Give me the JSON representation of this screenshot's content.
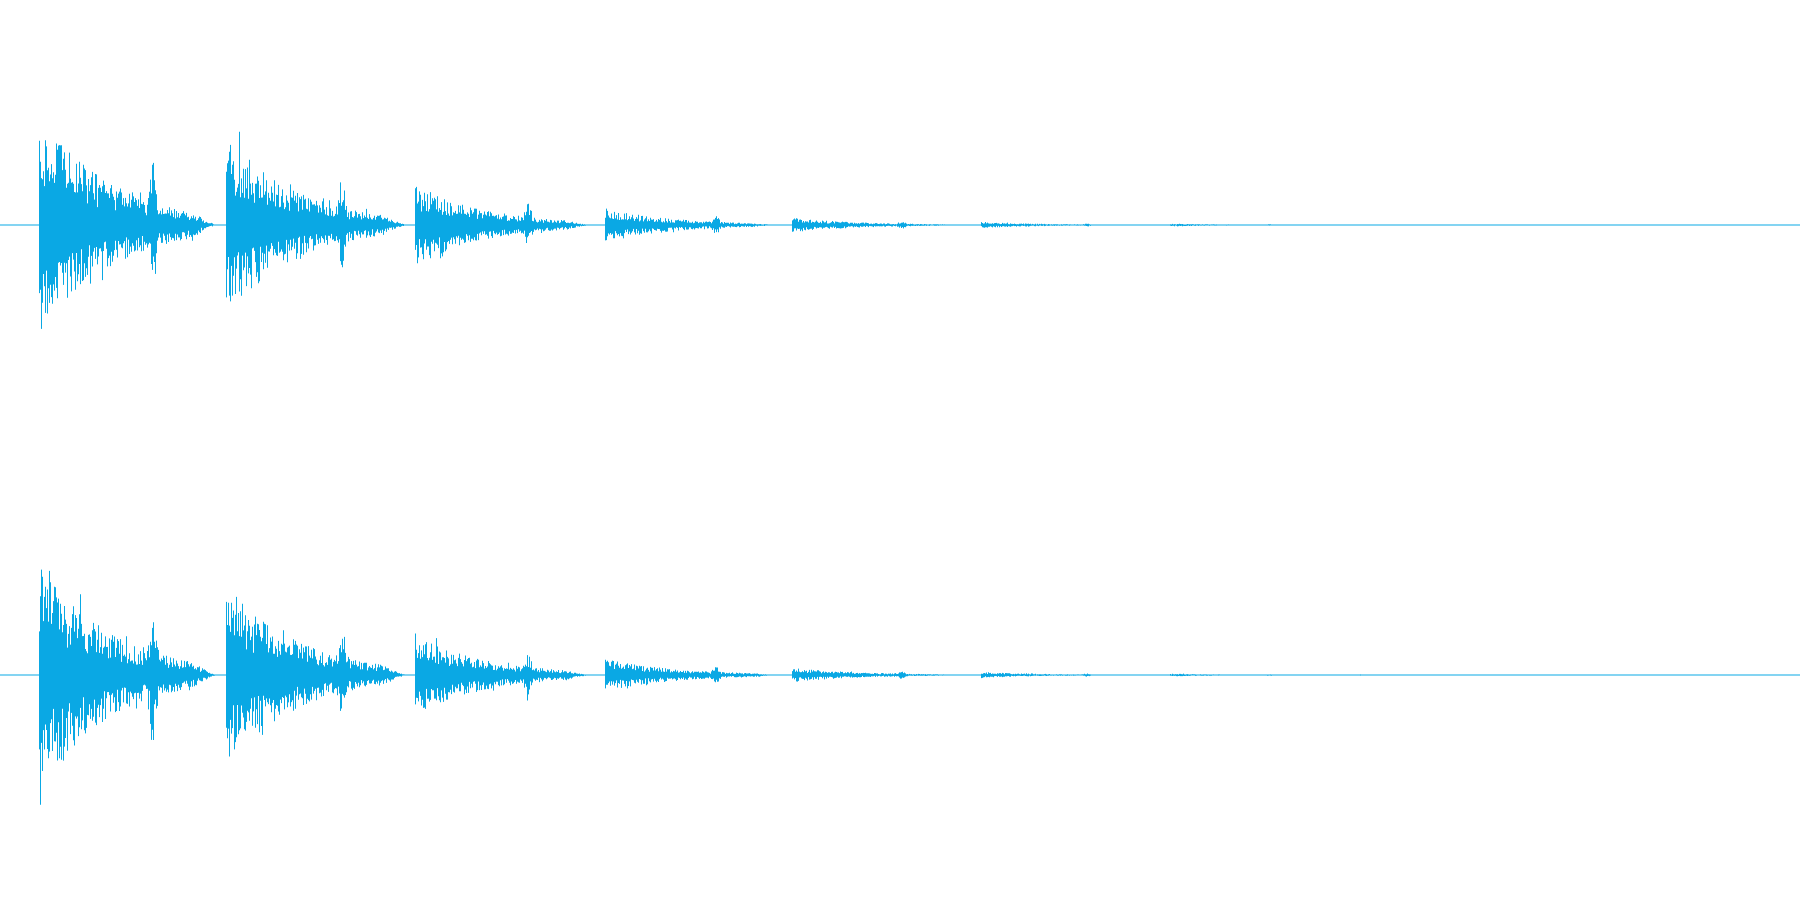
{
  "waveform": {
    "color": "#0aa8e4",
    "background": "#ffffff",
    "channels": [
      {
        "name": "left"
      },
      {
        "name": "right"
      }
    ],
    "bursts": [
      {
        "start": 0.0213,
        "decay_end": 0.1071,
        "peak": 0.98
      },
      {
        "start": 0.1254,
        "decay_end": 0.2125,
        "peak": 0.77
      },
      {
        "start": 0.2302,
        "decay_end": 0.315,
        "peak": 0.35
      },
      {
        "start": 0.3359,
        "decay_end": 0.4193,
        "peak": 0.14
      },
      {
        "start": 0.4399,
        "decay_end": 0.5222,
        "peak": 0.06
      },
      {
        "start": 0.545,
        "decay_end": 0.6239,
        "peak": 0.025
      },
      {
        "start": 0.6497,
        "decay_end": 0.7245,
        "peak": 0.012
      },
      {
        "start": 0.7551,
        "decay_end": 0.765,
        "peak": 0.006
      },
      {
        "start": 0.7895,
        "decay_end": 0.792,
        "peak": 0.004
      },
      {
        "start": 0.8125,
        "decay_end": 0.82,
        "peak": 0.004
      }
    ]
  }
}
